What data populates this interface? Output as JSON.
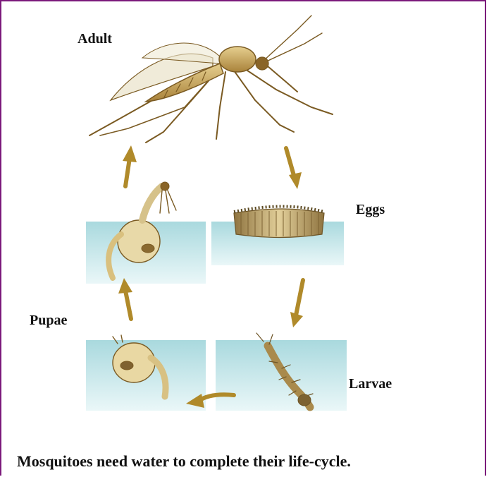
{
  "stages": {
    "adult": "Adult",
    "eggs": "Eggs",
    "pupae": "Pupae",
    "larvae": "Larvae"
  },
  "caption": "Mosquitoes need water to complete their life-cycle.",
  "colors": {
    "frame": "#7b1a7b",
    "water": "#bfe3e6",
    "arrow": "#b08a2a",
    "insect": "#c9a45a"
  }
}
